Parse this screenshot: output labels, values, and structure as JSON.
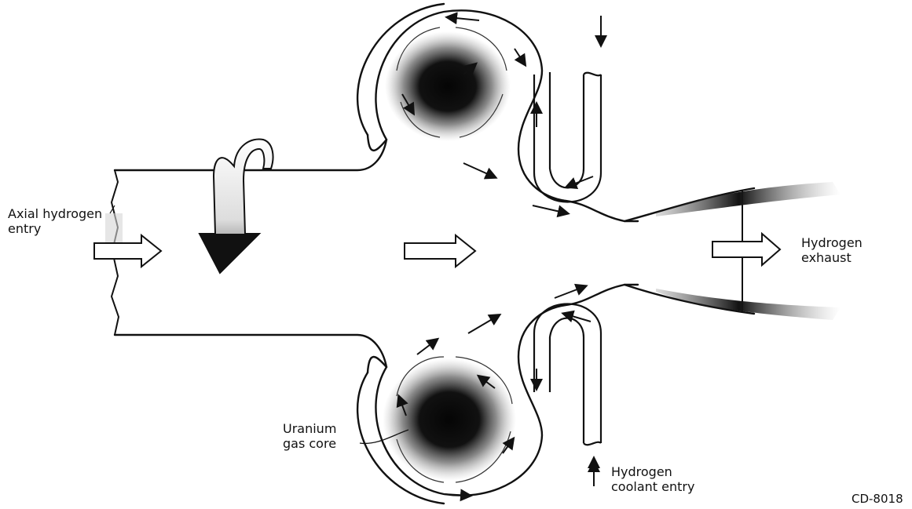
{
  "labels": {
    "axial_entry": [
      "Axial hydrogen",
      "entry"
    ],
    "exhaust": [
      "Hydrogen",
      "exhaust"
    ],
    "uranium_core": [
      "Uranium",
      "gas core"
    ],
    "coolant_entry": [
      "Hydrogen",
      "coolant entry"
    ]
  },
  "figure_id": "CD-8018",
  "colors": {
    "ink": "#111111",
    "core": "#0a0a0a",
    "haze": "#8a8a8a",
    "paper": "#ffffff"
  }
}
